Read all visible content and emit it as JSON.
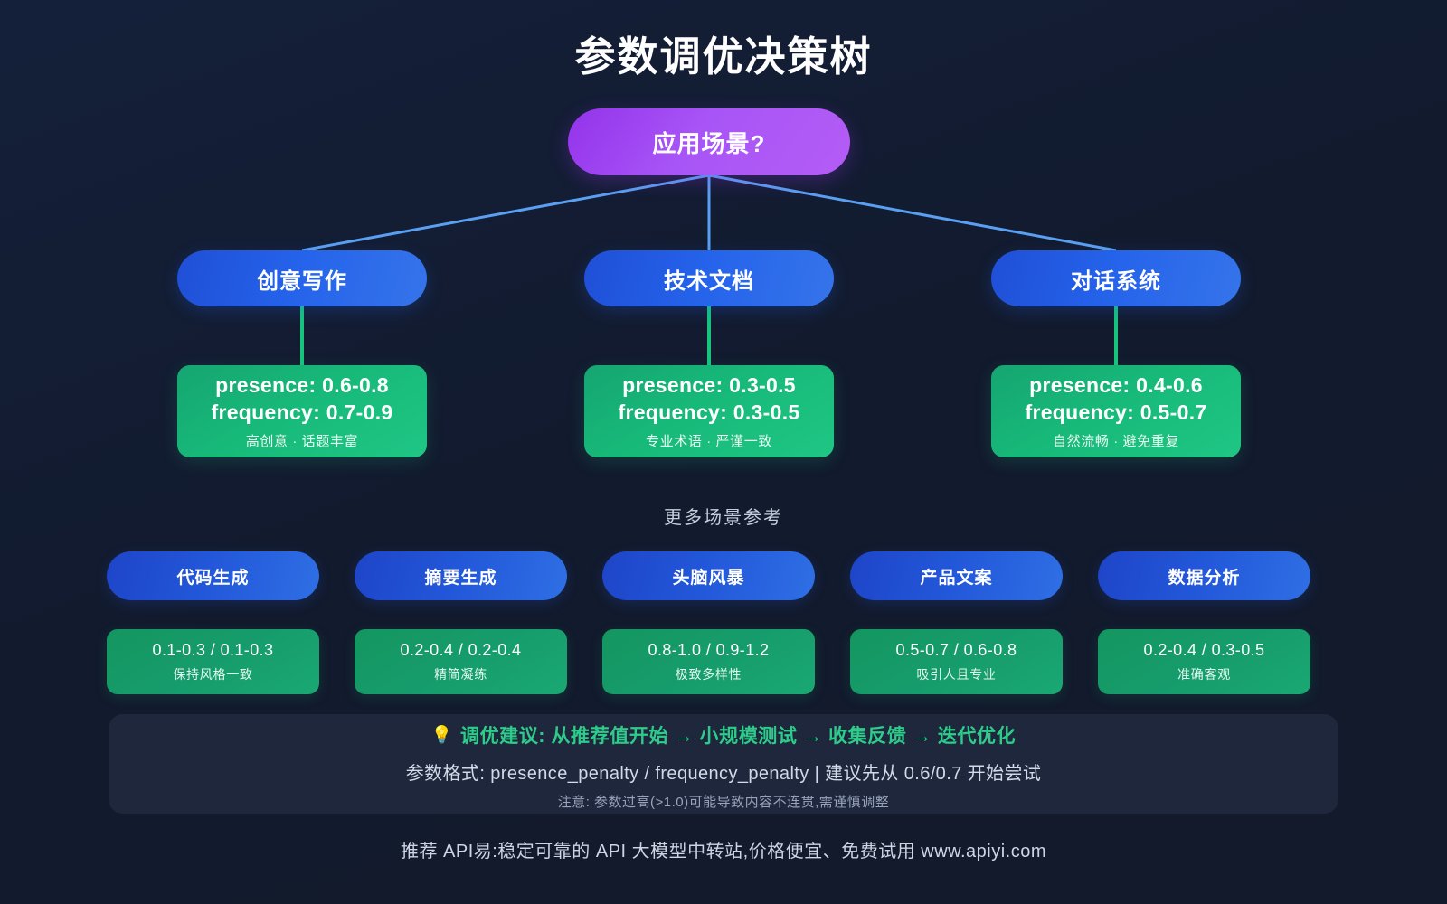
{
  "page": {
    "title": "参数调优决策树",
    "background_color": "#131c30"
  },
  "root_node": {
    "label": "应用场景?",
    "color": "#a855f7"
  },
  "branches": [
    {
      "label": "创意写作",
      "color": "#2563eb",
      "result": {
        "presence": "presence: 0.6-0.8",
        "frequency": "frequency: 0.7-0.9",
        "note": "高创意 · 话题丰富",
        "color": "#17b979"
      }
    },
    {
      "label": "技术文档",
      "color": "#2563eb",
      "result": {
        "presence": "presence: 0.3-0.5",
        "frequency": "frequency: 0.3-0.5",
        "note": "专业术语 · 严谨一致",
        "color": "#17b979"
      }
    },
    {
      "label": "对话系统",
      "color": "#2563eb",
      "result": {
        "presence": "presence: 0.4-0.6",
        "frequency": "frequency: 0.5-0.7",
        "note": "自然流畅 · 避免重复",
        "color": "#17b979"
      }
    }
  ],
  "more_scenarios": {
    "title": "更多场景参考",
    "items": [
      {
        "label": "代码生成",
        "values": "0.1-0.3 / 0.1-0.3",
        "note": "保持风格一致"
      },
      {
        "label": "摘要生成",
        "values": "0.2-0.4 / 0.2-0.4",
        "note": "精简凝练"
      },
      {
        "label": "头脑风暴",
        "values": "0.8-1.0 / 0.9-1.2",
        "note": "极致多样性"
      },
      {
        "label": "产品文案",
        "values": "0.5-0.7 / 0.6-0.8",
        "note": "吸引人且专业"
      },
      {
        "label": "数据分析",
        "values": "0.2-0.4 / 0.3-0.5",
        "note": "准确客观"
      }
    ]
  },
  "tip_box": {
    "bulb_icon": "💡",
    "line1": "调优建议: 从推荐值开始 → 小规模测试 → 收集反馈 → 迭代优化",
    "line2": "参数格式: presence_penalty / frequency_penalty  |  建议先从 0.6/0.7 开始尝试",
    "line3": "注意: 参数过高(>1.0)可能导致内容不连贯,需谨慎调整",
    "accent_color": "#2ecc8a"
  },
  "footer": {
    "text": "推荐 API易:稳定可靠的 API 大模型中转站,价格便宜、免费试用 www.apiyi.com"
  },
  "connectors": {
    "blue": "#5aa0f2",
    "green": "#17c47d"
  }
}
